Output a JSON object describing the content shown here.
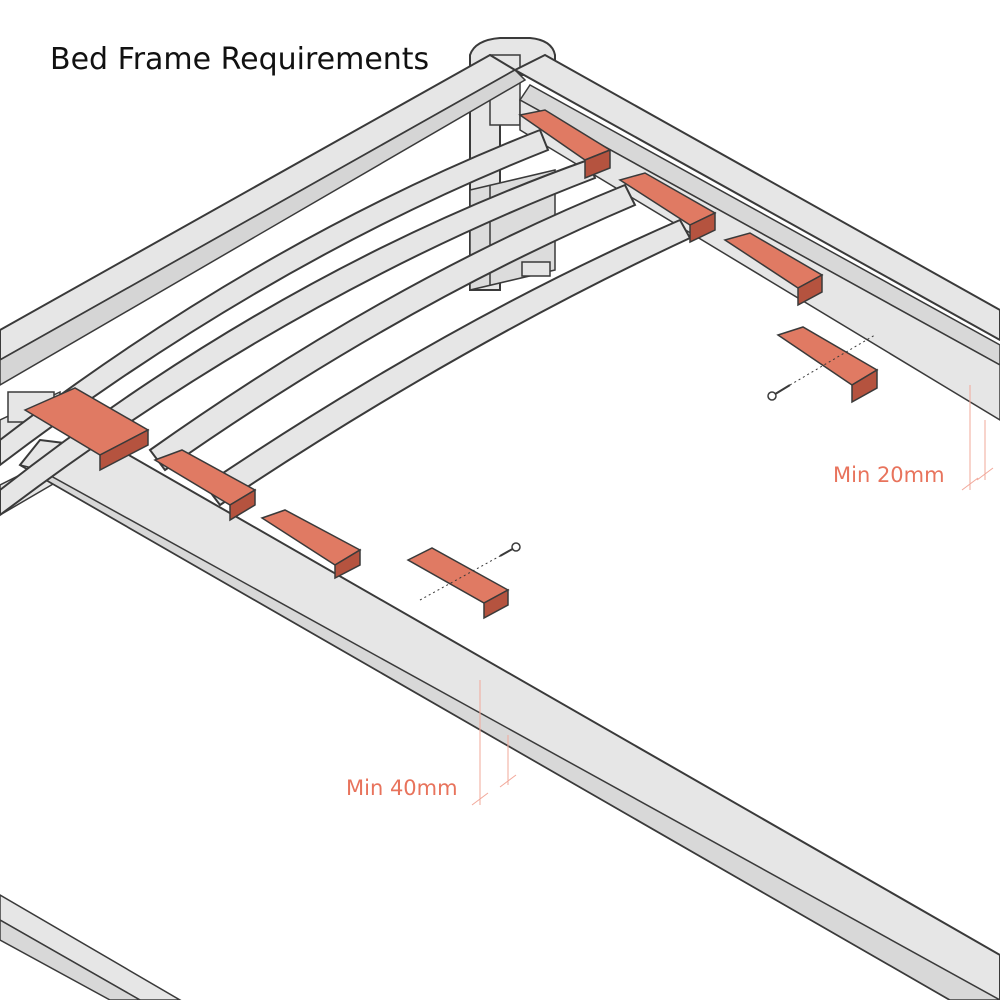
{
  "title": "Bed Frame Requirements",
  "dimensions": {
    "side_rail_min": "Min 20mm",
    "front_rail_min": "Min 40mm"
  },
  "colors": {
    "frame_fill": "#e6e6e6",
    "frame_stroke": "#3a3a3a",
    "clip_fill": "#e07a63",
    "clip_dark": "#b5533f",
    "dimension_text": "#e8735c",
    "dimension_line": "#f2a89a"
  }
}
